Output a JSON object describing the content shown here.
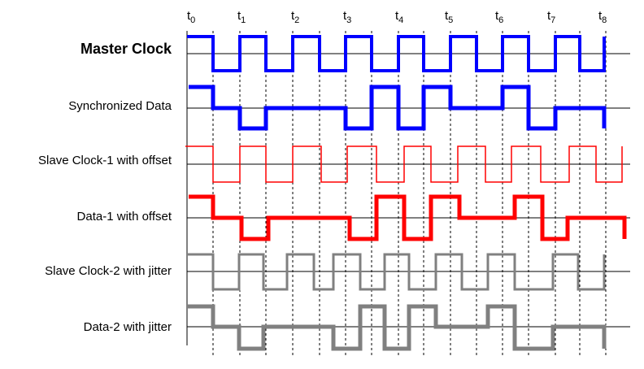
{
  "time_markers": [
    {
      "base": "t",
      "sub": "0"
    },
    {
      "base": "t",
      "sub": "1"
    },
    {
      "base": "t",
      "sub": "2"
    },
    {
      "base": "t",
      "sub": "3"
    },
    {
      "base": "t",
      "sub": "4"
    },
    {
      "base": "t",
      "sub": "5"
    },
    {
      "base": "t",
      "sub": "6"
    },
    {
      "base": "t",
      "sub": "7"
    },
    {
      "base": "t",
      "sub": "8"
    }
  ],
  "signals": [
    {
      "id": "master-clock",
      "label": "Master Clock",
      "bold": true,
      "color": "#0000ff"
    },
    {
      "id": "synchronized-data",
      "label": "Synchronized Data",
      "bold": false,
      "color": "#0000ff"
    },
    {
      "id": "slave-clock-1",
      "label": "Slave Clock-1 with offset",
      "bold": false,
      "color": "#ff0000"
    },
    {
      "id": "data-1",
      "label": "Data-1 with offset",
      "bold": false,
      "color": "#ff0000"
    },
    {
      "id": "slave-clock-2",
      "label": "Slave Clock-2 with jitter",
      "bold": false,
      "color": "#808080"
    },
    {
      "id": "data-2",
      "label": "Data-2 with jitter",
      "bold": false,
      "color": "#808080"
    }
  ]
}
